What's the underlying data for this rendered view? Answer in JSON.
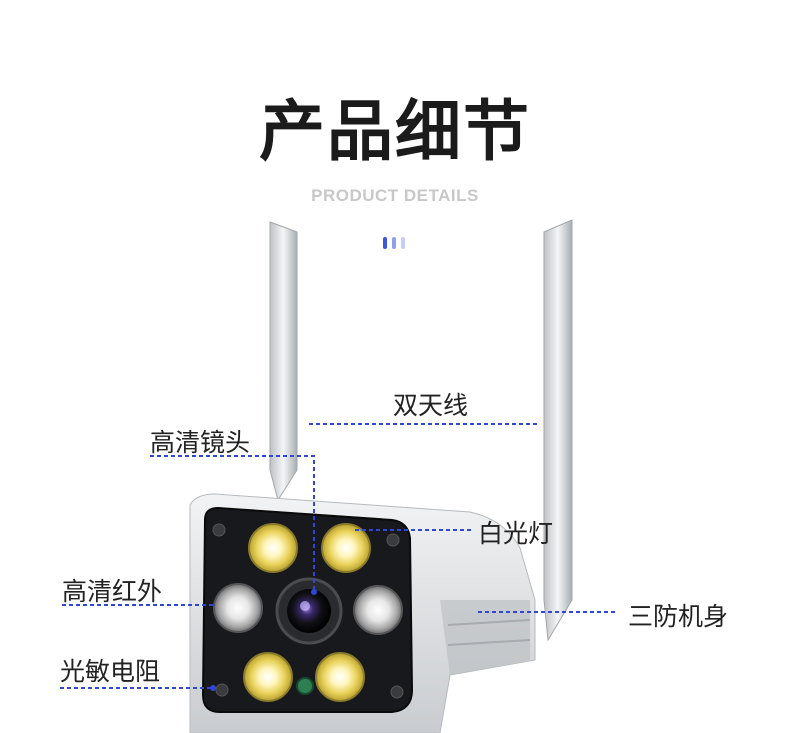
{
  "header": {
    "title": "产品细节",
    "subtitle": "PRODUCT DETAILS"
  },
  "callouts": {
    "dual_antenna": "双天线",
    "hd_lens": "高清镜头",
    "white_light": "白光灯",
    "hd_infrared": "高清红外",
    "three_proof_body": "三防机身",
    "photoresistor": "光敏电阻"
  },
  "colors": {
    "accent_blue": "#2f47d6",
    "dot_dark": "#3b57e0",
    "dot_mid": "#8ea0ef",
    "dot_light": "#c4cdf7"
  }
}
